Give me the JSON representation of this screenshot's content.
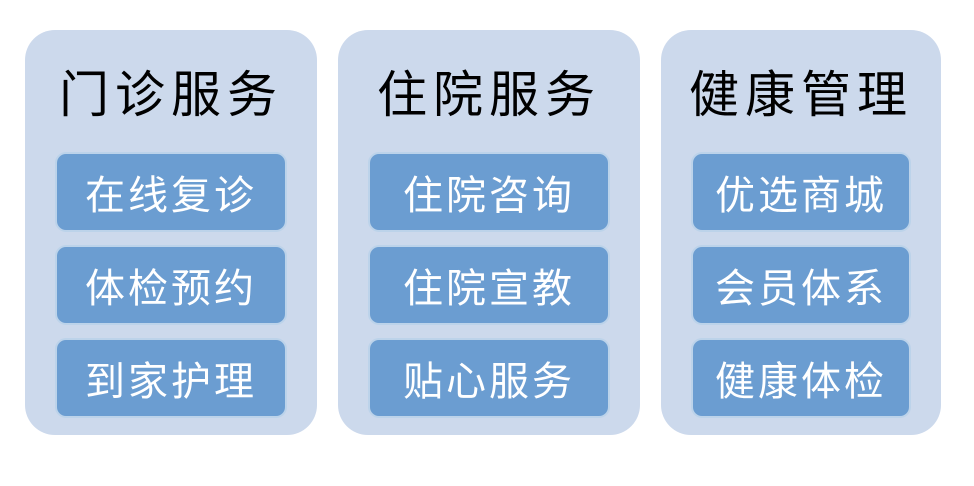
{
  "colors": {
    "page_background": "#ffffff",
    "panel_background": "#ccd9ec",
    "button_background": "#6b9dd1",
    "button_border": "rgba(255,255,255,0.55)",
    "title_text": "#000000",
    "button_text": "#ffffff"
  },
  "columns": [
    {
      "title": "门诊服务",
      "items": [
        "在线复诊",
        "体检预约",
        "到家护理"
      ]
    },
    {
      "title": "住院服务",
      "items": [
        "住院咨询",
        "住院宣教",
        "贴心服务"
      ]
    },
    {
      "title": "健康管理",
      "items": [
        "优选商城",
        "会员体系",
        "健康体检"
      ]
    }
  ]
}
